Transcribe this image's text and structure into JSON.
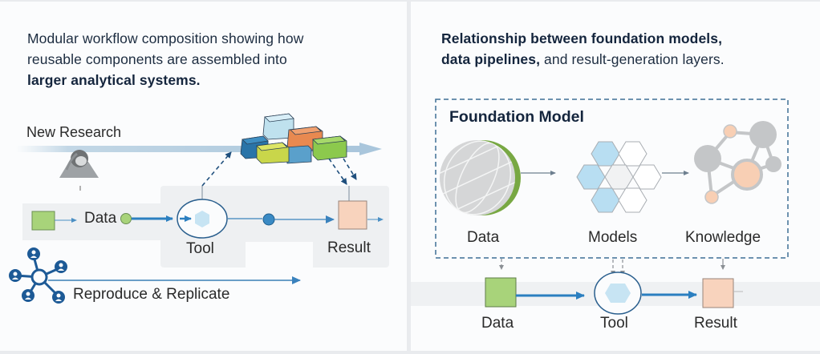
{
  "left_panel": {
    "caption": {
      "line1": "Modular workflow composition showing how",
      "line2": "reusable components are assembled into",
      "line3_bold": "larger analytical systems."
    },
    "new_research_label": "New Research",
    "flow": {
      "data_label": "Data",
      "tool_label": "Tool",
      "result_label": "Result"
    },
    "reproduce_label": "Reproduce & Replicate",
    "icons": [
      "person-icon",
      "stacked-blocks-icon",
      "network-people-icon",
      "hexagon-icon"
    ],
    "colors": {
      "data_green": "#a8d37a",
      "result_peach": "#f8d3bd",
      "flow_blue": "#2b7fc0",
      "network_navy": "#1d5a96"
    }
  },
  "right_panel": {
    "caption": {
      "line1_bold": "Relationship between foundation models,",
      "line2_bold": "data pipelines,",
      "line2_rest": " and result-generation layers."
    },
    "foundation_model": {
      "title": "Foundation Model",
      "stages": [
        {
          "label": "Data",
          "icon": "globe-icon"
        },
        {
          "label": "Models",
          "icon": "hexagon-cluster-icon"
        },
        {
          "label": "Knowledge",
          "icon": "knowledge-graph-icon"
        }
      ]
    },
    "pipeline": {
      "data_label": "Data",
      "tool_label": "Tool",
      "result_label": "Result"
    },
    "colors": {
      "dashed_border": "#3e6f95",
      "hex_blue": "#b8def2",
      "globe_green": "#78a843",
      "node_gray": "#c4c6c8",
      "node_peach": "#f8cfb4"
    }
  }
}
